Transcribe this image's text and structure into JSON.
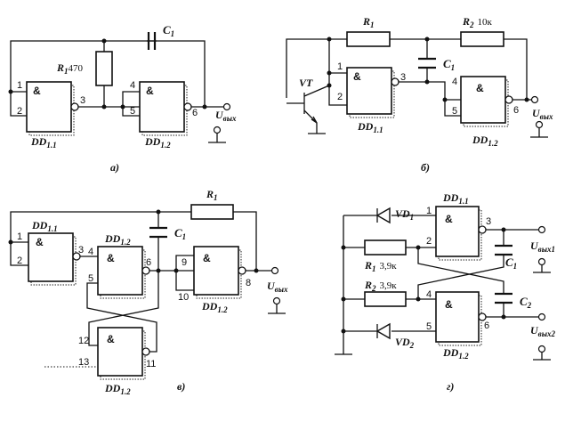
{
  "panels": {
    "a": {
      "caption": "а)",
      "gate1": {
        "symbol": "&",
        "name": "DD",
        "sub": "1.1",
        "pins": [
          "1",
          "2",
          "3"
        ]
      },
      "gate2": {
        "symbol": "&",
        "name": "DD",
        "sub": "1.2",
        "pins": [
          "4",
          "5",
          "6"
        ]
      },
      "r1": {
        "name": "R",
        "sub": "1",
        "value": "470"
      },
      "c1": {
        "name": "C",
        "sub": "1"
      },
      "out": {
        "name": "U",
        "sub": "вых"
      }
    },
    "b": {
      "caption": "б)",
      "gate1": {
        "symbol": "&",
        "name": "DD",
        "sub": "1.1",
        "pins": [
          "1",
          "2",
          "3"
        ]
      },
      "gate2": {
        "symbol": "&",
        "name": "DD",
        "sub": "1.2",
        "pins": [
          "4",
          "5",
          "6"
        ]
      },
      "r1": {
        "name": "R",
        "sub": "1"
      },
      "r2": {
        "name": "R",
        "sub": "2",
        "value": "10к"
      },
      "c1": {
        "name": "C",
        "sub": "1"
      },
      "vt": {
        "name": "VT"
      },
      "out": {
        "name": "U",
        "sub": "вых"
      }
    },
    "v": {
      "caption": "в)",
      "gate1": {
        "symbol": "&",
        "name": "DD",
        "sub": "1.1",
        "pins": [
          "1",
          "2",
          "3"
        ]
      },
      "gate2": {
        "symbol": "&",
        "name": "DD",
        "sub": "1.2",
        "pins": [
          "4",
          "5",
          "6"
        ]
      },
      "gate3": {
        "symbol": "&",
        "name": "DD",
        "sub": "1.2",
        "pins": [
          "12",
          "13",
          "11"
        ]
      },
      "gate4": {
        "symbol": "&",
        "name": "DD",
        "sub": "1.2",
        "pins": [
          "9",
          "10",
          "8"
        ]
      },
      "r1": {
        "name": "R",
        "sub": "1"
      },
      "c1": {
        "name": "C",
        "sub": "1"
      },
      "out": {
        "name": "U",
        "sub": "вых"
      }
    },
    "g": {
      "caption": "г)",
      "gate1": {
        "symbol": "&",
        "name": "DD",
        "sub": "1.1",
        "pins": [
          "1",
          "2",
          "3"
        ]
      },
      "gate2": {
        "symbol": "&",
        "name": "DD",
        "sub": "1.2",
        "pins": [
          "4",
          "5",
          "6"
        ]
      },
      "vd1": {
        "name": "VD",
        "sub": "1"
      },
      "vd2": {
        "name": "VD",
        "sub": "2"
      },
      "r1": {
        "name": "R",
        "sub": "1",
        "value": "3,9к"
      },
      "r2": {
        "name": "R",
        "sub": "2",
        "value": "3,9к"
      },
      "c1": {
        "name": "C",
        "sub": "1"
      },
      "c2": {
        "name": "C",
        "sub": "2"
      },
      "out1": {
        "name": "U",
        "sub": "вых1"
      },
      "out2": {
        "name": "U",
        "sub": "вых2"
      }
    }
  }
}
